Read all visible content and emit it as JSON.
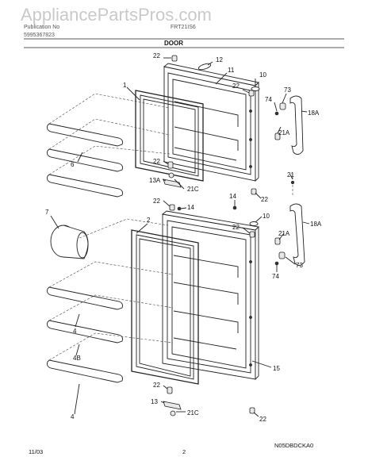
{
  "header": {
    "watermark": "AppliancePartsPros.com",
    "publication_line1": "Publication No",
    "publication_line2": "5995367823",
    "model": "FRT21IS6",
    "section": "DOOR"
  },
  "footer": {
    "date": "11/03",
    "page": "2",
    "code": "N05DBDCKA0"
  },
  "labels": {
    "l22a": "22",
    "l12": "12",
    "l11": "11",
    "l1": "1",
    "l10a": "10",
    "l22b": "22",
    "l73a": "73",
    "l74a": "74",
    "l18Aa": "18A",
    "l21Aa": "21A",
    "l6": "6",
    "l22c": "22",
    "l13Aa": "13A",
    "l21Ca": "21C",
    "l21": "21",
    "l14a": "14",
    "l22d": "22",
    "l22e": "22",
    "l14b": "14",
    "l7": "7",
    "l2": "2",
    "l10b": "10",
    "l18Ab": "18A",
    "l22f": "22",
    "l21Ab": "21A",
    "l73b": "73",
    "l74b": "74",
    "l4a": "4",
    "l4B": "4B",
    "l15": "15",
    "l22g": "22",
    "l13b": "13",
    "l21Cb": "21C",
    "l4b": "4",
    "l22h": "22"
  }
}
